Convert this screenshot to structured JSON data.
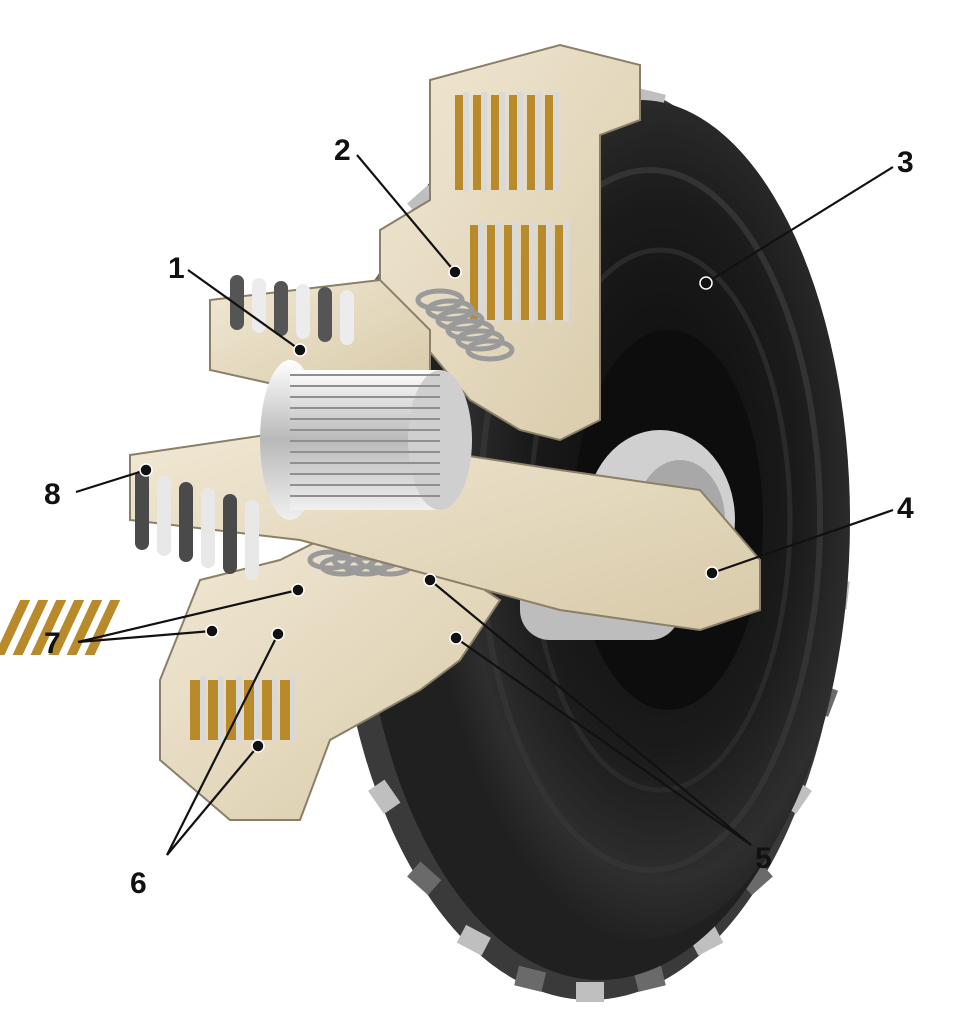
{
  "colors": {
    "background": "#ffffff",
    "housing": "#e8dcc2",
    "housing_edge": "#8a7f68",
    "bell_dark": "#151515",
    "bell_mid": "#2c2c2c",
    "bell_rim": "#444444",
    "friction_plate": "#b88a2a",
    "steel_plate": "#d9d9d9",
    "spring": "#9a9a9a",
    "label_ink": "#111111"
  },
  "callouts": [
    {
      "id": "1",
      "label": "1"
    },
    {
      "id": "2",
      "label": "2"
    },
    {
      "id": "3",
      "label": "3"
    },
    {
      "id": "4",
      "label": "4"
    },
    {
      "id": "5",
      "label": "5"
    },
    {
      "id": "6",
      "label": "6"
    },
    {
      "id": "7",
      "label": "7"
    },
    {
      "id": "8",
      "label": "8"
    }
  ]
}
